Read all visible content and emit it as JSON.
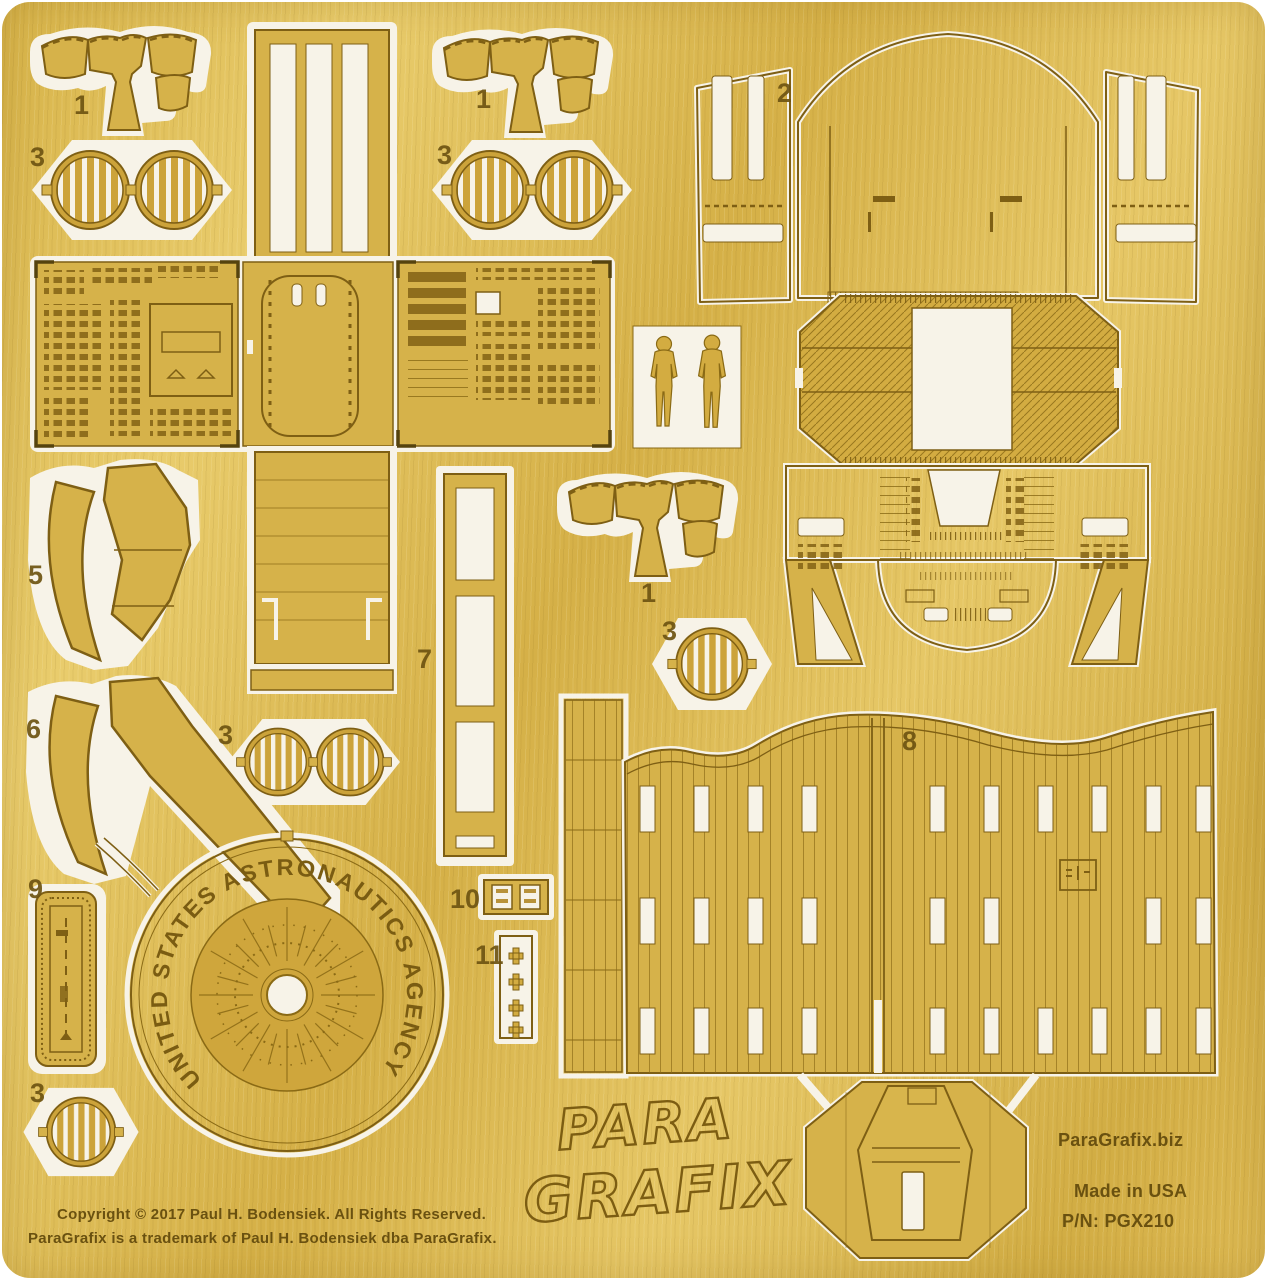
{
  "labels": {
    "p1": "1",
    "p2": "2",
    "p3": "3",
    "p5": "5",
    "p6": "6",
    "p7": "7",
    "p8": "8",
    "p9": "9",
    "p10": "10",
    "p11": "11"
  },
  "seal": {
    "text": "UNITED STATES ASTRONAUTICS AGENCY"
  },
  "logo": {
    "line1": "PARA",
    "line2": "GRAFIX"
  },
  "footer": {
    "copyright1": "Copyright © 2017 Paul H. Bodensiek. All Rights Reserved.",
    "copyright2": "ParaGrafix is a trademark of Paul H. Bodensiek dba ParaGrafix."
  },
  "info": {
    "website": "ParaGrafix.biz",
    "origin": "Made in USA",
    "part_number": "P/N: PGX210"
  },
  "colors": {
    "brass": "#d6b24a",
    "etch": "#7e5f14",
    "cutout": "#f7f3e8",
    "background": "#ffffff"
  }
}
